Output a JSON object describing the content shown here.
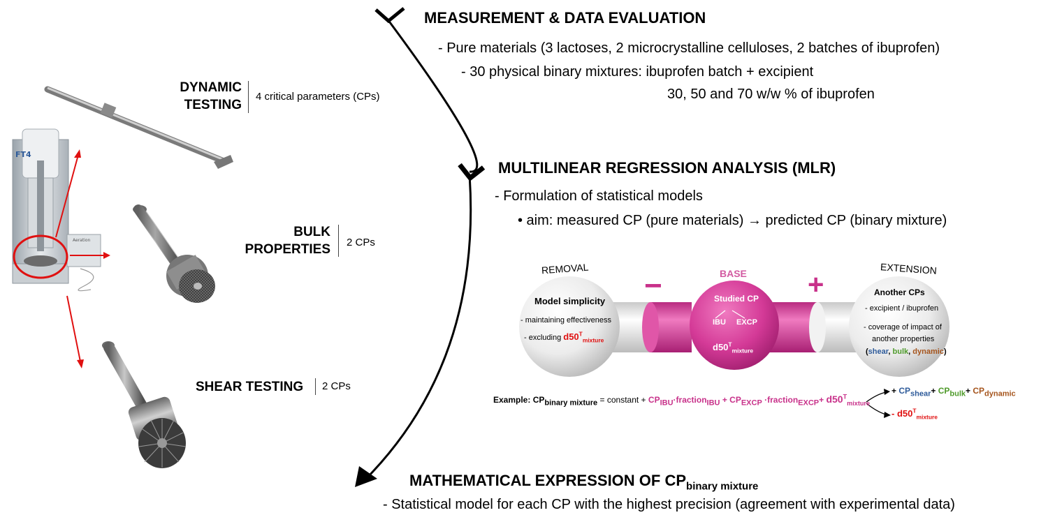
{
  "sections": {
    "measurement": {
      "title": "MEASUREMENT & DATA EVALUATION",
      "line1": "-  Pure materials (3 lactoses, 2 microcrystalline celluloses, 2 batches of ibuprofen)",
      "line2": "-  30 physical binary mixtures: ibuprofen batch + excipient",
      "line3": "30, 50 and 70 w/w % of ibuprofen"
    },
    "mlr": {
      "title": "MULTILINEAR REGRESSION ANALYSIS (MLR)",
      "line1": "- Formulation of statistical models",
      "line2": "• aim: measured CP (pure materials) → predicted CP (binary mixture)"
    },
    "math": {
      "title_main": "MATHEMATICAL EXPRESSION OF CP",
      "title_sub": "binary mixture",
      "line1": "-  Statistical model for each CP with the highest precision (agreement with experimental data)"
    }
  },
  "tests": {
    "dynamic": {
      "label1": "DYNAMIC",
      "label2": "TESTING",
      "cp": "4 critical parameters (CPs)"
    },
    "bulk": {
      "label1": "BULK",
      "label2": "PROPERTIES",
      "cp": "2 CPs"
    },
    "shear": {
      "label": "SHEAR TESTING",
      "cp": "2 CPs"
    }
  },
  "instrument": {
    "brand": "FT4",
    "panel": "Aeration"
  },
  "dumbbell": {
    "removal": {
      "heading": "REMOVAL",
      "title": "Model simplicity",
      "item1": "- maintaining effectiveness",
      "item2_prefix": "- excluding ",
      "item2_var": "d50",
      "item2_sup": "T",
      "item2_sub": "mixture"
    },
    "base": {
      "heading": "BASE",
      "title": "Studied CP",
      "left": "IBU",
      "right": "EXCP",
      "var": "d50",
      "sup": "T",
      "sub": "mixture"
    },
    "extension": {
      "heading": "EXTENSION",
      "title": "Another CPs",
      "item1": "- excipient / ibuprofen",
      "item2a": "- coverage of impact of",
      "item2b": "another properties",
      "paren_open": "(",
      "shear": "shear",
      "comma1": ", ",
      "bulk": "bulk",
      "comma2": ", ",
      "dynamic": "dynamic",
      "paren_close": ")"
    },
    "minus_sign": "−",
    "plus_sign": "+"
  },
  "example": {
    "label": "Example: ",
    "cp": "CP",
    "cp_sub": "binary mixture",
    "eq": " = constant + ",
    "cp_ibu": "CP",
    "cp_ibu_sub": "IBU",
    "frac_ibu": "·fraction",
    "frac_ibu_sub": "IBU",
    "plus1": " + ",
    "cp_excp": "CP",
    "cp_excp_sub": "EXCP",
    "frac_excp": " ·fraction",
    "frac_excp_sub": "EXCP",
    "plus2": "+ ",
    "d50": "d50",
    "d50_sup": "T",
    "d50_sub": "mixture",
    "branch_plus_prefix": "+ ",
    "cp_shear": "CP",
    "cp_shear_sub": "shear",
    "plus3": "+ ",
    "cp_bulk": "CP",
    "cp_bulk_sub": "bulk",
    "plus4": "+ ",
    "cp_dynamic": "CP",
    "cp_dynamic_sub": "dynamic",
    "branch_minus_prefix": "- ",
    "minus_d50": "d50",
    "minus_d50_sup": "T",
    "minus_d50_sub": "mixture"
  },
  "colors": {
    "magenta": "#c8318a",
    "red_arrow": "#e01010",
    "blue": "#2e5b9a",
    "green": "#4e9a2a",
    "brown": "#a5541c"
  }
}
